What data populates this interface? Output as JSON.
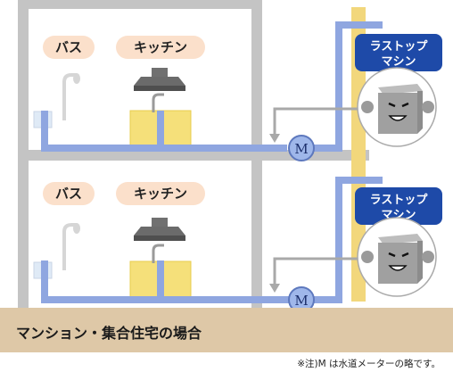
{
  "floors": [
    {
      "bath_label": "バス",
      "kitchen_label": "キッチン",
      "machine_label_line1": "ラストップ",
      "machine_label_line2": "マシン",
      "meter_label": "M"
    },
    {
      "bath_label": "バス",
      "kitchen_label": "キッチン",
      "machine_label_line1": "ラストップ",
      "machine_label_line2": "マシン",
      "meter_label": "M"
    }
  ],
  "ground_label": "マンション・集合住宅の場合",
  "footnote": "※注)M は水道メーターの略です。",
  "colors": {
    "pipe": "#8fa6e0",
    "pipe_outline": "#6f86c8",
    "wall": "#c4c4c4",
    "ground": "#dec8a7",
    "machine_badge": "#1e4aa8",
    "label_bubble": "#fbe0cb",
    "yellow_column": "#f2d77c",
    "sink": "#f5e07a",
    "return_arrow": "#a9a9a9"
  },
  "icons": {
    "machine": "machine-mascot-icon",
    "meter": "water-meter-icon"
  }
}
